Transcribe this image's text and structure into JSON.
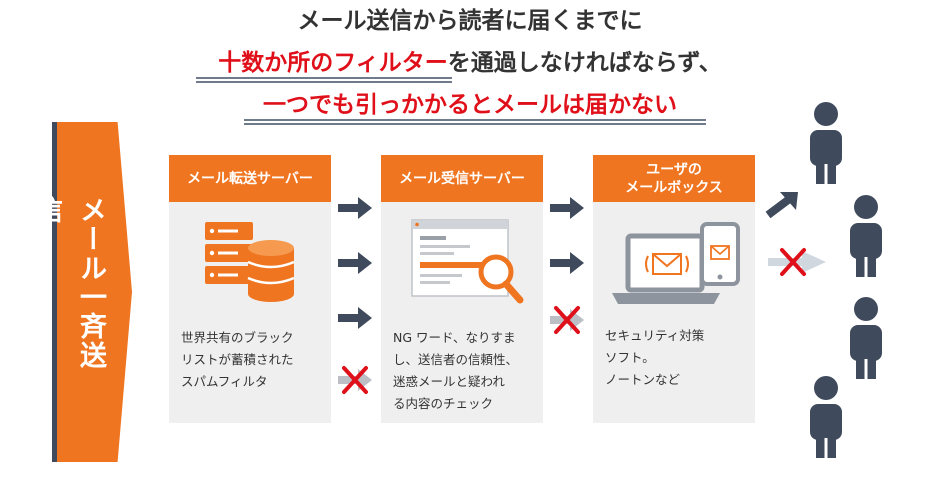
{
  "headline": {
    "line1": "メール送信から読者に届くまでに",
    "line2_red": "十数か所のフィルター",
    "line2_rest": "を通過しなければならず、",
    "line3": "一つでも引っかかるとメールは届かない"
  },
  "side_label": "メール一斉送信",
  "boxes": [
    {
      "title": "メール転送サーバー",
      "lines": [
        "世界共有のブラック",
        "リストが蓄積された",
        "スパムフィルタ"
      ]
    },
    {
      "title": "メール受信サーバー",
      "lines": [
        "NG ワード、なりすま",
        "し、送信者の信頼性、",
        "迷惑メールと疑われ",
        "る内容のチェック"
      ]
    },
    {
      "title_line1": "ユーザの",
      "title_line2": "メールボックス",
      "lines": [
        "セキュリティ対策",
        "ソフト。",
        "ノートンなど"
      ]
    }
  ],
  "colors": {
    "accent": "#f07520",
    "dark": "#3f4a5c",
    "red": "#e0101a",
    "box": "#efefef"
  },
  "icons": [
    "server-stack-icon",
    "magnifier-document-icon",
    "laptop-mail-icon",
    "phone-mail-icon",
    "arrow-icon",
    "cross-icon",
    "person-icon"
  ]
}
